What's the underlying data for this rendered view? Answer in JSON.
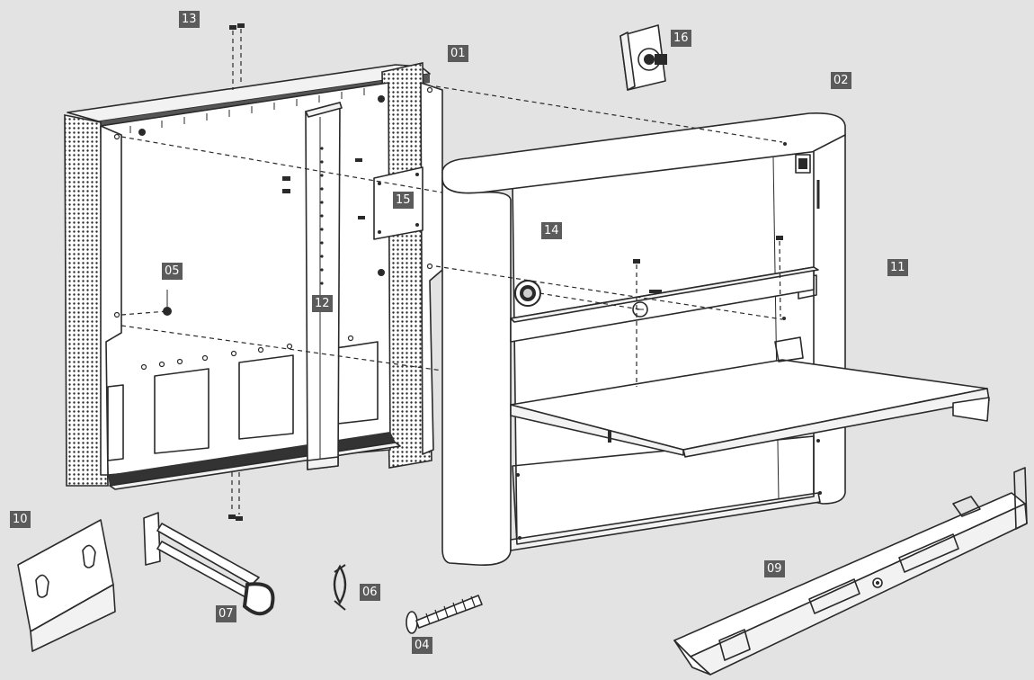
{
  "labels": {
    "p01": "01",
    "p02": "02",
    "p04": "04",
    "p05": "05",
    "p06": "06",
    "p07": "07",
    "p09": "09",
    "p10": "10",
    "p11": "11",
    "p12": "12",
    "p13": "13",
    "p14": "14",
    "p15": "15",
    "p16": "16"
  },
  "colors": {
    "background": "#e3e3e3",
    "label_fill": "#5b5b5b",
    "label_text": "#ffffff",
    "line": "#2a2a2a"
  }
}
